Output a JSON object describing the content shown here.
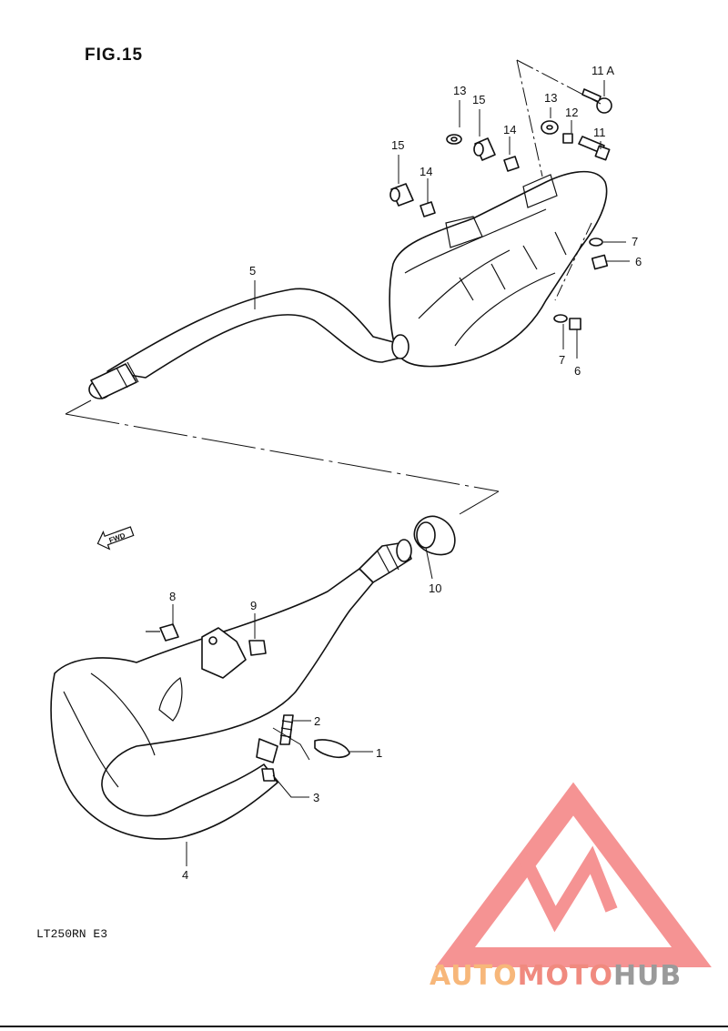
{
  "figure": {
    "title": "FIG.15",
    "model": "LT250RN E3"
  },
  "direction_badge": "FWD",
  "callouts": {
    "c1": "1",
    "c2": "2",
    "c3": "3",
    "c4": "4",
    "c5": "5",
    "c6a": "6",
    "c6b": "6",
    "c7a": "7",
    "c7b": "7",
    "c8": "8",
    "c9": "9",
    "c10": "10",
    "c11": "11",
    "c11a": "11 A",
    "c12": "12",
    "c13a": "13",
    "c13b": "13",
    "c14a": "14",
    "c14b": "14",
    "c15a": "15",
    "c15b": "15"
  },
  "watermark": {
    "part1": "AUTO",
    "part2": "MOTO",
    "part3": "HUB",
    "color_light": "#f7b77a",
    "color_mid": "#f08a7f",
    "color_dark": "#9a9a9a",
    "logo_color": "#f26f6f"
  }
}
